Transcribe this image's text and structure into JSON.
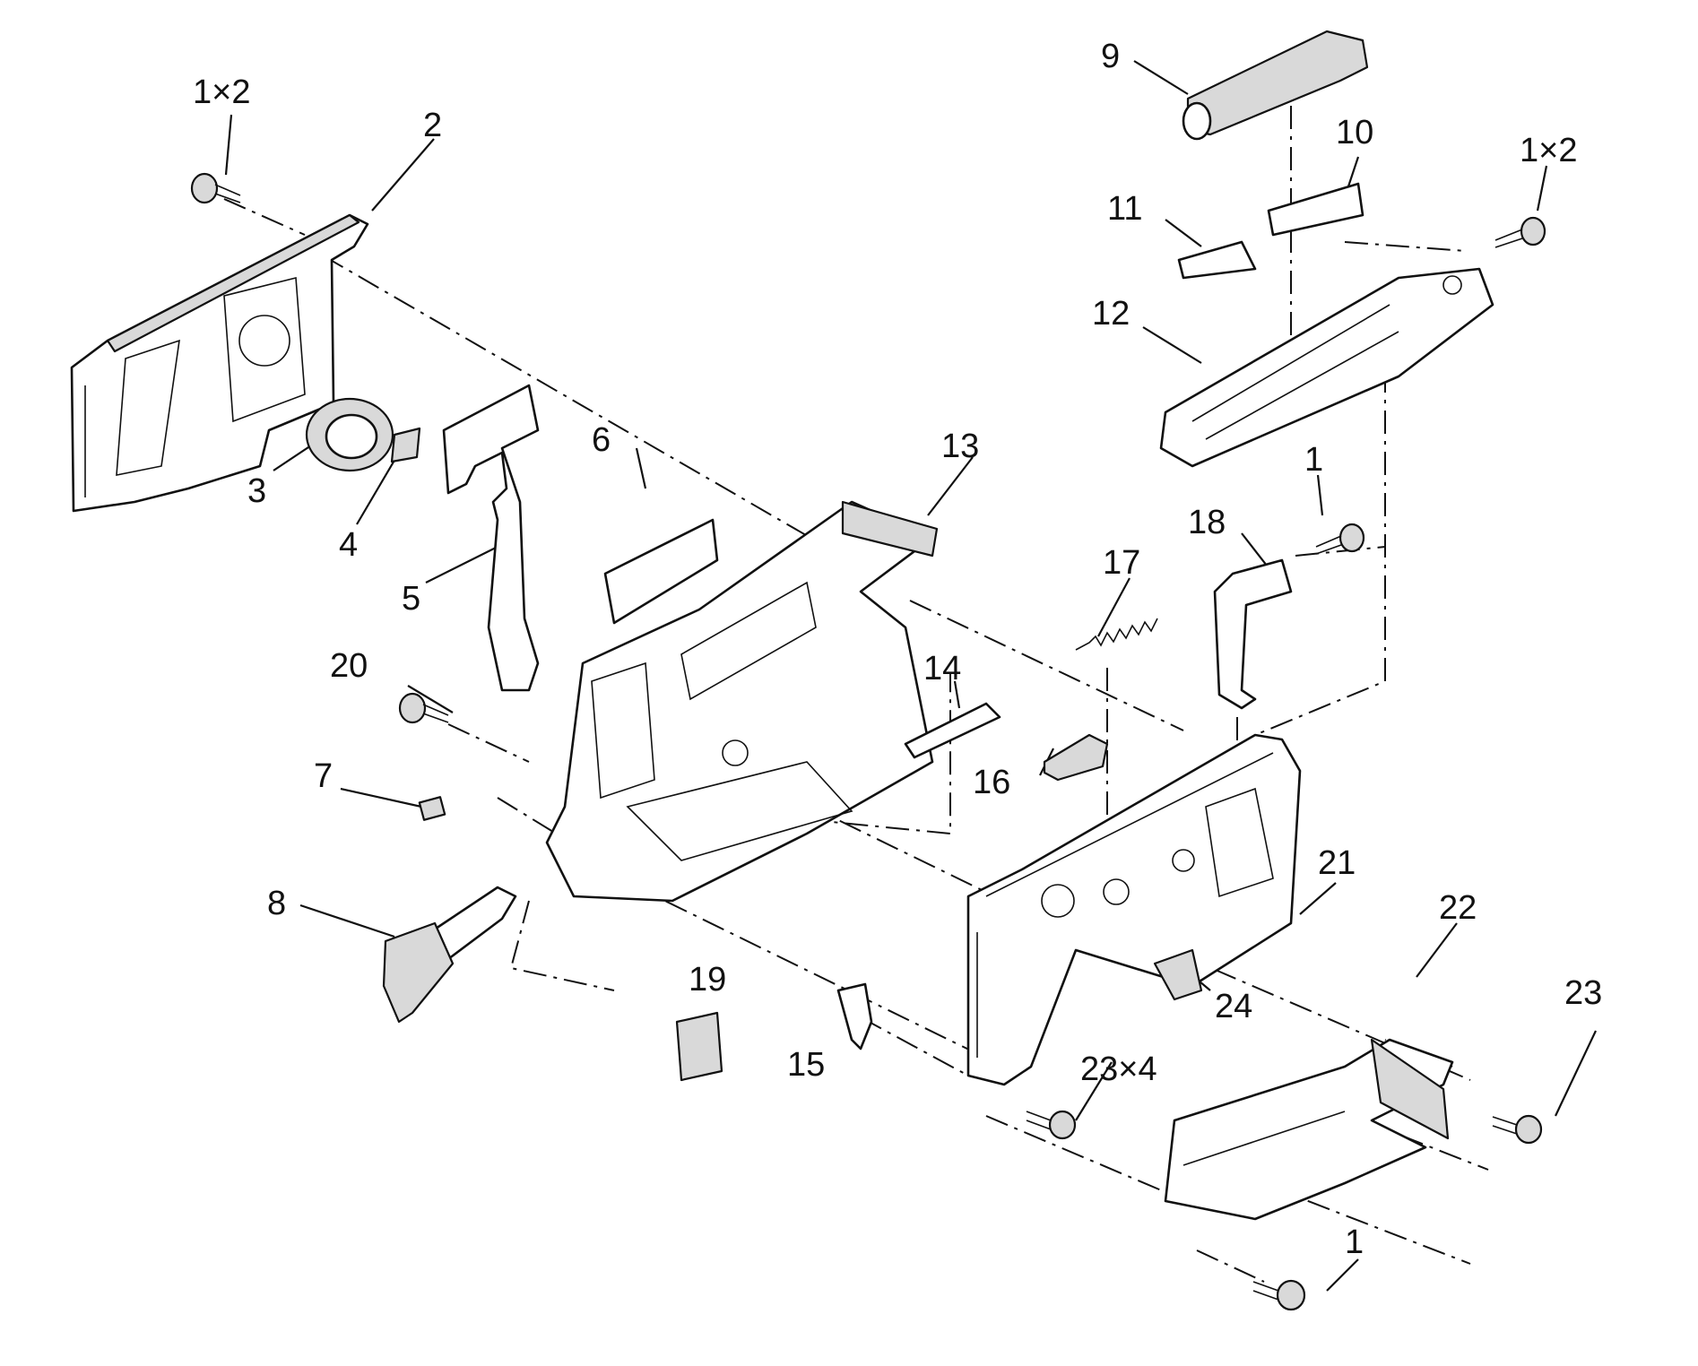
{
  "callouts": [
    {
      "id": "c-1x2-left",
      "text": "1×2"
    },
    {
      "id": "c-2",
      "text": "2"
    },
    {
      "id": "c-3",
      "text": "3"
    },
    {
      "id": "c-4",
      "text": "4"
    },
    {
      "id": "c-5",
      "text": "5"
    },
    {
      "id": "c-6",
      "text": "6"
    },
    {
      "id": "c-7",
      "text": "7"
    },
    {
      "id": "c-8",
      "text": "8"
    },
    {
      "id": "c-9",
      "text": "9"
    },
    {
      "id": "c-10",
      "text": "10"
    },
    {
      "id": "c-11",
      "text": "11"
    },
    {
      "id": "c-1x2-right",
      "text": "1×2"
    },
    {
      "id": "c-12",
      "text": "12"
    },
    {
      "id": "c-13",
      "text": "13"
    },
    {
      "id": "c-1-upper",
      "text": "1"
    },
    {
      "id": "c-18",
      "text": "18"
    },
    {
      "id": "c-17",
      "text": "17"
    },
    {
      "id": "c-14",
      "text": "14"
    },
    {
      "id": "c-16",
      "text": "16"
    },
    {
      "id": "c-20",
      "text": "20"
    },
    {
      "id": "c-21",
      "text": "21"
    },
    {
      "id": "c-22",
      "text": "22"
    },
    {
      "id": "c-23",
      "text": "23"
    },
    {
      "id": "c-24",
      "text": "24"
    },
    {
      "id": "c-19",
      "text": "19"
    },
    {
      "id": "c-15",
      "text": "15"
    },
    {
      "id": "c-23x4",
      "text": "23×4"
    },
    {
      "id": "c-1-lower",
      "text": "1"
    }
  ],
  "colors": {
    "ink": "#111111",
    "paper": "#ffffff",
    "shade": "#d9d9d9"
  }
}
